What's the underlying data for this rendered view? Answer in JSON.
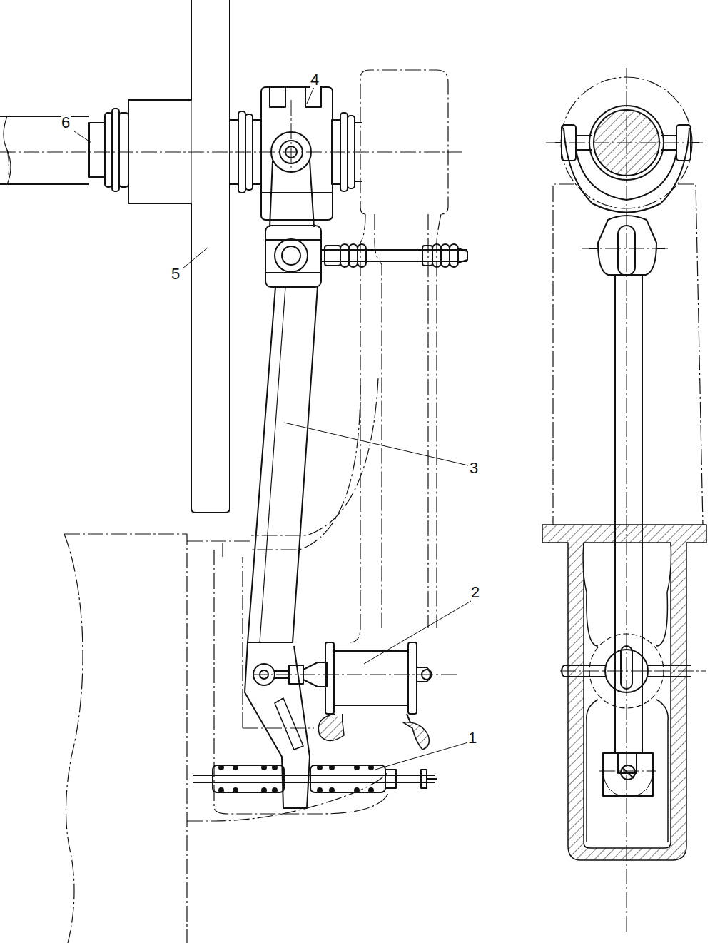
{
  "diagram": {
    "labels": [
      "6",
      "4",
      "5",
      "3",
      "2",
      "1"
    ]
  }
}
